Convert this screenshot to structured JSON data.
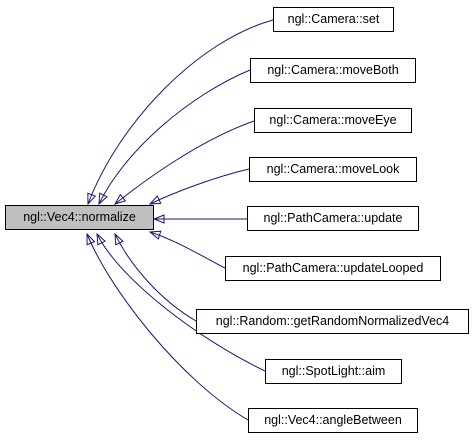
{
  "graph": {
    "root": {
      "label": "ngl::Vec4::normalize"
    },
    "callers": [
      {
        "label": "ngl::Camera::set"
      },
      {
        "label": "ngl::Camera::moveBoth"
      },
      {
        "label": "ngl::Camera::moveEye"
      },
      {
        "label": "ngl::Camera::moveLook"
      },
      {
        "label": "ngl::PathCamera::update"
      },
      {
        "label": "ngl::PathCamera::updateLooped"
      },
      {
        "label": "ngl::Random::getRandomNormalizedVec4"
      },
      {
        "label": "ngl::SpotLight::aim"
      },
      {
        "label": "ngl::Vec4::angleBetween"
      }
    ],
    "colors": {
      "edge": "#191970",
      "node_border": "#000000",
      "node_fill": "#ffffff",
      "root_fill": "#bfbfbf"
    }
  }
}
